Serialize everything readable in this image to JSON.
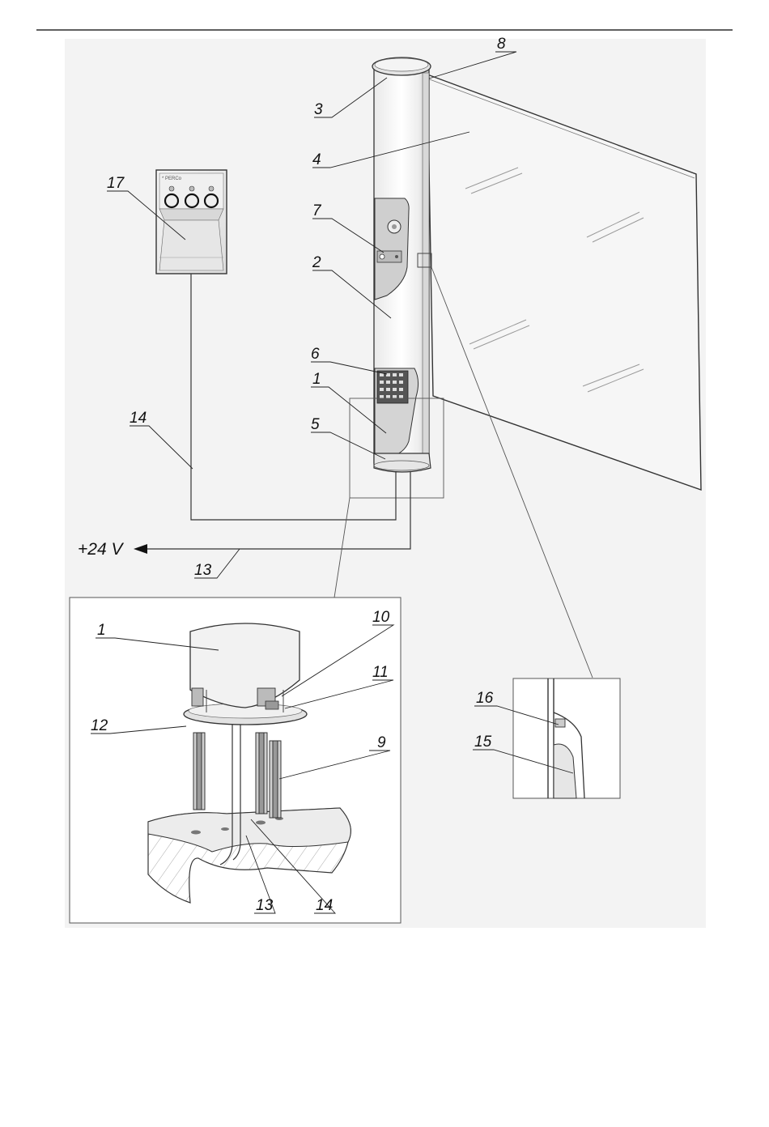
{
  "callouts": {
    "c1": "1",
    "c2": "2",
    "c3": "3",
    "c4": "4",
    "c5": "5",
    "c6": "6",
    "c7": "7",
    "c8": "8",
    "c13": "13",
    "c14": "14",
    "c17": "17",
    "d1": "1",
    "d9": "9",
    "d10": "10",
    "d11": "11",
    "d12": "12",
    "d13": "13",
    "d14": "14",
    "d15": "15",
    "d16": "16"
  },
  "supply_label": "+24 V"
}
